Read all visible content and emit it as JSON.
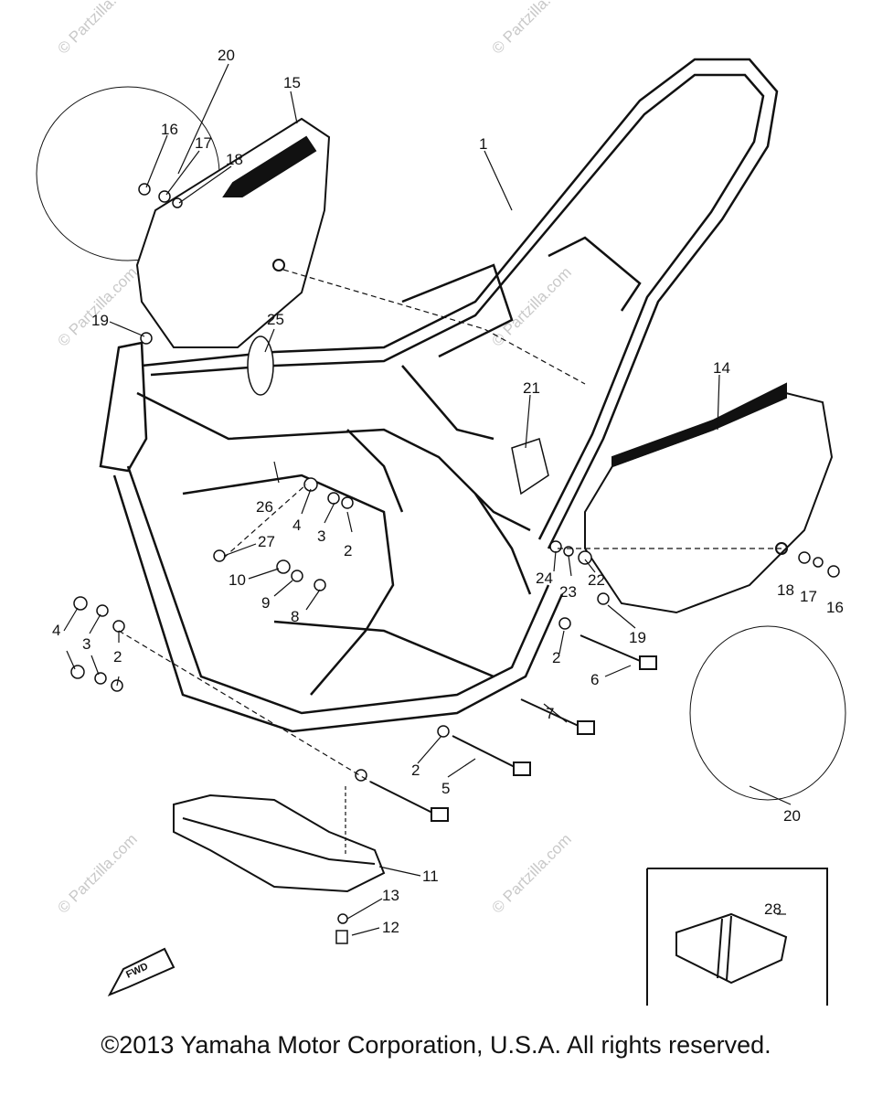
{
  "callouts": {
    "c1": "1",
    "c2a": "2",
    "c2b": "2",
    "c2c": "2",
    "c2d": "2",
    "c3a": "3",
    "c3b": "3",
    "c4a": "4",
    "c4b": "4",
    "c5": "5",
    "c6": "6",
    "c7": "7",
    "c8": "8",
    "c9": "9",
    "c10": "10",
    "c11": "11",
    "c12": "12",
    "c13": "13",
    "c14": "14",
    "c15": "15",
    "c16a": "16",
    "c16b": "16",
    "c17a": "17",
    "c17b": "17",
    "c18a": "18",
    "c18b": "18",
    "c19a": "19",
    "c19b": "19",
    "c20a": "20",
    "c20b": "20",
    "c21": "21",
    "c22": "22",
    "c23": "23",
    "c24": "24",
    "c25": "25",
    "c26": "26",
    "c27": "27",
    "c28": "28"
  },
  "fwd_label": "FWD",
  "watermark": "© Partzilla.com",
  "copyright": "©2013 Yamaha Motor Corporation, U.S.A. All rights reserved."
}
